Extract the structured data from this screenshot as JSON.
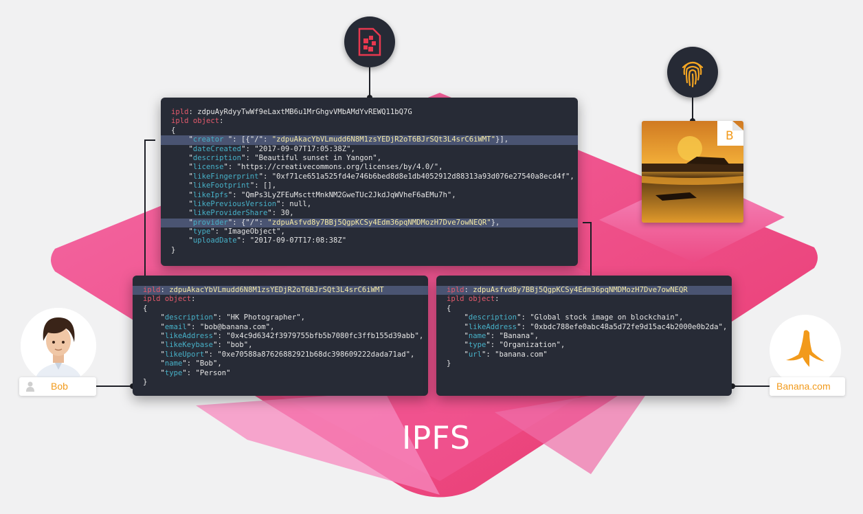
{
  "title": "IPFS",
  "colors": {
    "background": "#f1f1f2",
    "pink_main": "#ef4d8a",
    "pink_light": "#f57ab0",
    "panel_bg": "#272b36",
    "panel_highlight": "#4a5472",
    "keyword": "#e45a6c",
    "key": "#47b1c8",
    "string": "#f4e9a4",
    "label_orange": "#f29a1b"
  },
  "icons": {
    "top_circle": "image-file-icon",
    "right_circle": "fingerprint-icon",
    "photo_badge": "bitcoin-b-icon",
    "bob_label": "person-icon",
    "banana": "banana-logo-icon"
  },
  "panels": {
    "main": {
      "lines": [
        {
          "hl": false,
          "parts": [
            {
              "c": "kw",
              "t": "ipld"
            },
            {
              "c": "plain",
              "t": ": zdpuAyRdyyTwWf9eLaxtMB6u1MrGhgvVMbAMdYvREWQ11bQ7G"
            }
          ]
        },
        {
          "hl": false,
          "parts": [
            {
              "c": "kw",
              "t": "ipld object"
            },
            {
              "c": "plain",
              "t": ":"
            }
          ]
        },
        {
          "hl": false,
          "parts": [
            {
              "c": "plain",
              "t": "{"
            }
          ]
        },
        {
          "hl": true,
          "parts": [
            {
              "c": "plain",
              "t": "    \""
            },
            {
              "c": "key",
              "t": "creator"
            },
            {
              "c": "plain",
              "t": " \": [{\"/\": "
            },
            {
              "c": "str",
              "t": "\"zdpuAkacYbVLmudd6N8M1zsYEDjR2oT6BJrSQt3L4srC6iWMT\""
            },
            {
              "c": "plain",
              "t": "}],"
            }
          ]
        },
        {
          "hl": false,
          "parts": [
            {
              "c": "plain",
              "t": "    \""
            },
            {
              "c": "key",
              "t": "dateCreated"
            },
            {
              "c": "plain",
              "t": "\": \"2017-09-07T17:05:38Z\","
            }
          ]
        },
        {
          "hl": false,
          "parts": [
            {
              "c": "plain",
              "t": "    \""
            },
            {
              "c": "key",
              "t": "description"
            },
            {
              "c": "plain",
              "t": "\": \"Beautiful sunset in Yangon\","
            }
          ]
        },
        {
          "hl": false,
          "parts": [
            {
              "c": "plain",
              "t": "    \""
            },
            {
              "c": "key",
              "t": "license"
            },
            {
              "c": "plain",
              "t": "\": \"https://creativecommons.org/licenses/by/4.0/\","
            }
          ]
        },
        {
          "hl": false,
          "parts": [
            {
              "c": "plain",
              "t": "    \""
            },
            {
              "c": "key",
              "t": "likeFingerprint"
            },
            {
              "c": "plain",
              "t": "\": \"0xf71ce651a525fd4e746b6bed8d8e1db4052912d88313a93d076e27540a8ecd4f\","
            }
          ]
        },
        {
          "hl": false,
          "parts": [
            {
              "c": "plain",
              "t": "    \""
            },
            {
              "c": "key",
              "t": "likeFootprint"
            },
            {
              "c": "plain",
              "t": "\": [],"
            }
          ]
        },
        {
          "hl": false,
          "parts": [
            {
              "c": "plain",
              "t": "    \""
            },
            {
              "c": "key",
              "t": "likeIpfs"
            },
            {
              "c": "plain",
              "t": "\": \"QmPs3LyZFEuMscttMnkNM2GweTUc2JkdJqWVheF6aEMu7h\","
            }
          ]
        },
        {
          "hl": false,
          "parts": [
            {
              "c": "plain",
              "t": "    \""
            },
            {
              "c": "key",
              "t": "likePreviousVersion"
            },
            {
              "c": "plain",
              "t": "\": null,"
            }
          ]
        },
        {
          "hl": false,
          "parts": [
            {
              "c": "plain",
              "t": "    \""
            },
            {
              "c": "key",
              "t": "likeProviderShare"
            },
            {
              "c": "plain",
              "t": "\": 30,"
            }
          ]
        },
        {
          "hl": true,
          "parts": [
            {
              "c": "plain",
              "t": "    \""
            },
            {
              "c": "key",
              "t": "provider"
            },
            {
              "c": "plain",
              "t": "\": {\"/\": "
            },
            {
              "c": "str",
              "t": "\"zdpuAsfvd8y7BBj5QgpKCSy4Edm36pqNMDMozH7Dve7owNEQR\""
            },
            {
              "c": "plain",
              "t": "},"
            }
          ]
        },
        {
          "hl": false,
          "parts": [
            {
              "c": "plain",
              "t": "    \""
            },
            {
              "c": "key",
              "t": "type"
            },
            {
              "c": "plain",
              "t": "\": \"ImageObject\","
            }
          ]
        },
        {
          "hl": false,
          "parts": [
            {
              "c": "plain",
              "t": "    \""
            },
            {
              "c": "key",
              "t": "uploadDate"
            },
            {
              "c": "plain",
              "t": "\": \"2017-09-07T17:08:38Z\""
            }
          ]
        },
        {
          "hl": false,
          "parts": [
            {
              "c": "plain",
              "t": "}"
            }
          ]
        }
      ]
    },
    "bob": {
      "lines": [
        {
          "hl": true,
          "parts": [
            {
              "c": "kw",
              "t": "ipld"
            },
            {
              "c": "plain",
              "t": ": "
            },
            {
              "c": "str",
              "t": "zdpuAkacYbVLmudd6N8M1zsYEDjR2oT6BJrSQt3L4srC6iWMT"
            }
          ]
        },
        {
          "hl": false,
          "parts": [
            {
              "c": "kw",
              "t": "ipld object"
            },
            {
              "c": "plain",
              "t": ":"
            }
          ]
        },
        {
          "hl": false,
          "parts": [
            {
              "c": "plain",
              "t": "{"
            }
          ]
        },
        {
          "hl": false,
          "parts": [
            {
              "c": "plain",
              "t": "    \""
            },
            {
              "c": "key",
              "t": "description"
            },
            {
              "c": "plain",
              "t": "\": \"HK Photographer\","
            }
          ]
        },
        {
          "hl": false,
          "parts": [
            {
              "c": "plain",
              "t": "    \""
            },
            {
              "c": "key",
              "t": "email"
            },
            {
              "c": "plain",
              "t": "\": \"bob@banana.com\","
            }
          ]
        },
        {
          "hl": false,
          "parts": [
            {
              "c": "plain",
              "t": "    \""
            },
            {
              "c": "key",
              "t": "likeAddress"
            },
            {
              "c": "plain",
              "t": "\": \"0x4c9d6342f3979755bfb5b7080fc3ffb155d39abb\","
            }
          ]
        },
        {
          "hl": false,
          "parts": [
            {
              "c": "plain",
              "t": "    \""
            },
            {
              "c": "key",
              "t": "likeKeybase"
            },
            {
              "c": "plain",
              "t": "\": \"bob\","
            }
          ]
        },
        {
          "hl": false,
          "parts": [
            {
              "c": "plain",
              "t": "    \""
            },
            {
              "c": "key",
              "t": "likeUport"
            },
            {
              "c": "plain",
              "t": "\": \"0xe70588a87626882921b68dc398609222dada71ad\","
            }
          ]
        },
        {
          "hl": false,
          "parts": [
            {
              "c": "plain",
              "t": "    \""
            },
            {
              "c": "key",
              "t": "name"
            },
            {
              "c": "plain",
              "t": "\": \"Bob\","
            }
          ]
        },
        {
          "hl": false,
          "parts": [
            {
              "c": "plain",
              "t": "    \""
            },
            {
              "c": "key",
              "t": "type"
            },
            {
              "c": "plain",
              "t": "\": \"Person\""
            }
          ]
        },
        {
          "hl": false,
          "parts": [
            {
              "c": "plain",
              "t": "}"
            }
          ]
        }
      ]
    },
    "banana": {
      "lines": [
        {
          "hl": true,
          "parts": [
            {
              "c": "kw",
              "t": "ipld"
            },
            {
              "c": "plain",
              "t": ": "
            },
            {
              "c": "str",
              "t": "zdpuAsfvd8y7BBj5QgpKCSy4Edm36pqNMDMozH7Dve7owNEQR"
            }
          ]
        },
        {
          "hl": false,
          "parts": [
            {
              "c": "kw",
              "t": "ipld object"
            },
            {
              "c": "plain",
              "t": ":"
            }
          ]
        },
        {
          "hl": false,
          "parts": [
            {
              "c": "plain",
              "t": "{"
            }
          ]
        },
        {
          "hl": false,
          "parts": [
            {
              "c": "plain",
              "t": "    \""
            },
            {
              "c": "key",
              "t": "description"
            },
            {
              "c": "plain",
              "t": "\": \"Global stock image on blockchain\","
            }
          ]
        },
        {
          "hl": false,
          "parts": [
            {
              "c": "plain",
              "t": "    \""
            },
            {
              "c": "key",
              "t": "likeAddress"
            },
            {
              "c": "plain",
              "t": "\": \"0xbdc788efe0abc48a5d72fe9d15ac4b2000e0b2da\","
            }
          ]
        },
        {
          "hl": false,
          "parts": [
            {
              "c": "plain",
              "t": "    \""
            },
            {
              "c": "key",
              "t": "name"
            },
            {
              "c": "plain",
              "t": "\": \"Banana\","
            }
          ]
        },
        {
          "hl": false,
          "parts": [
            {
              "c": "plain",
              "t": "    \""
            },
            {
              "c": "key",
              "t": "type"
            },
            {
              "c": "plain",
              "t": "\": \"Organization\","
            }
          ]
        },
        {
          "hl": false,
          "parts": [
            {
              "c": "plain",
              "t": "    \""
            },
            {
              "c": "key",
              "t": "url"
            },
            {
              "c": "plain",
              "t": "\": \"banana.com\""
            }
          ]
        },
        {
          "hl": false,
          "parts": [
            {
              "c": "plain",
              "t": "}"
            }
          ]
        }
      ]
    }
  },
  "labels": {
    "bob": "Bob",
    "banana": "Banana.com",
    "photo_badge": "B"
  }
}
